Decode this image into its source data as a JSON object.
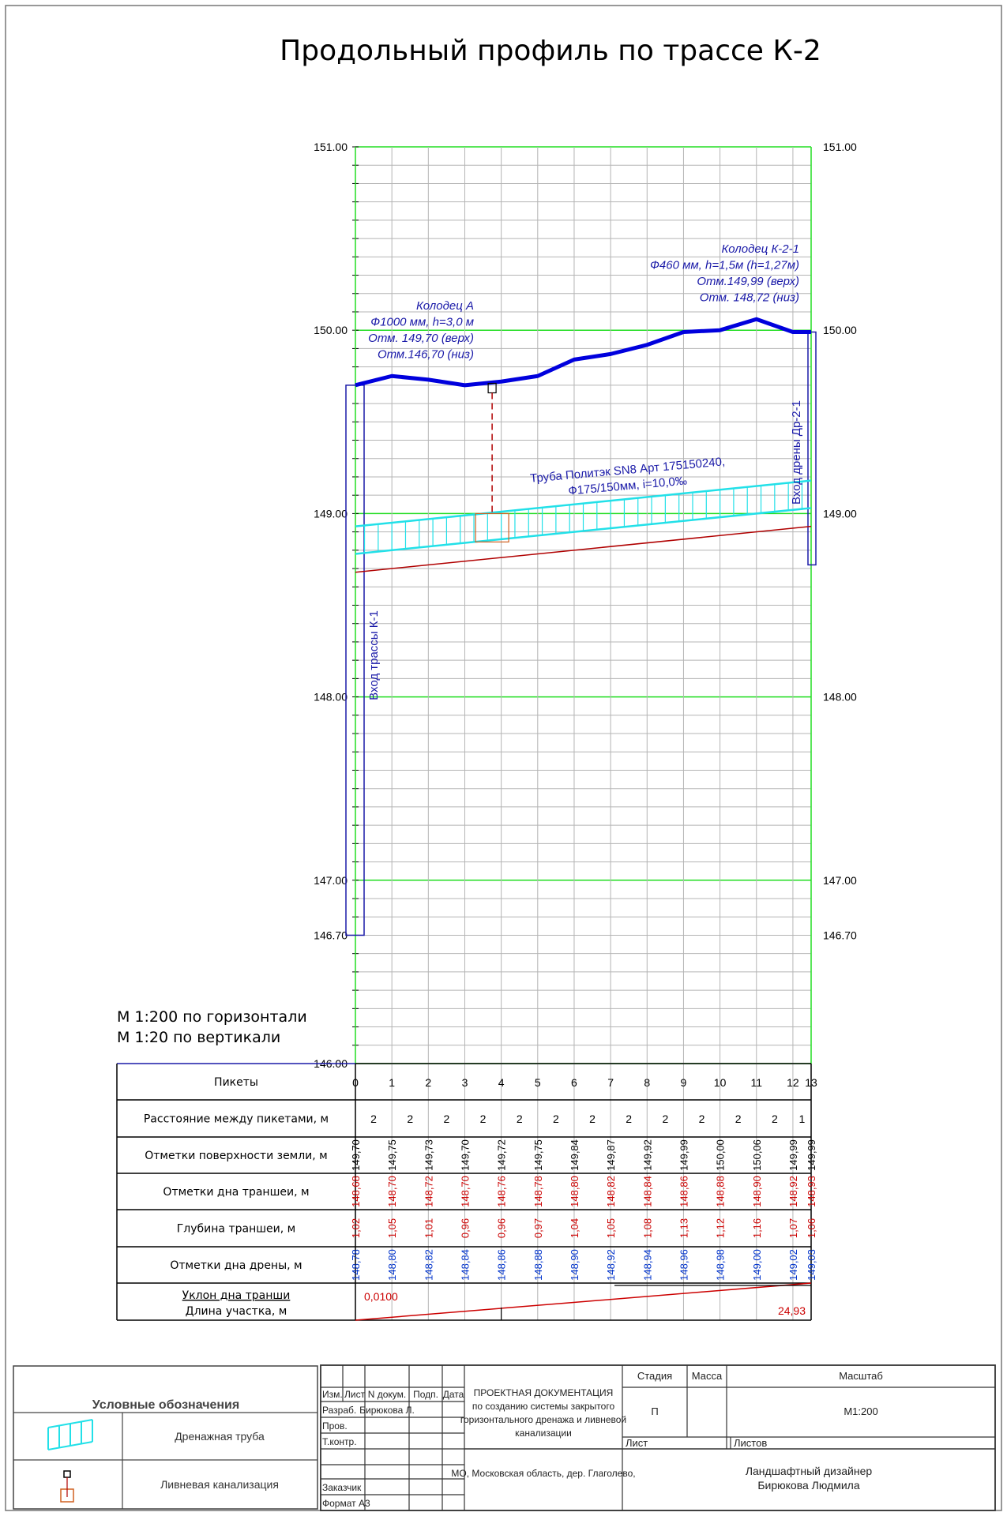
{
  "title": "Продольный профиль по трассе К-2",
  "scale_h": "М 1:200 по горизонтали",
  "scale_v": "М 1:20 по вертикали",
  "colors": {
    "grid": "#b4b4b4",
    "major": "#22dd22",
    "ground": "#0000dd",
    "drain": "#22e0e8",
    "trench": "#b00000",
    "well": "#1a1aa8",
    "table_black": "#000000",
    "table_red": "#cc0000",
    "table_blue": "#0033cc",
    "storm_box": "#d06020"
  },
  "annotations": {
    "well_a": [
      "Колодец А",
      "Ф1000 мм, h=3,0 м",
      "Отм. 149,70 (верх)",
      "Отм.146,70 (низ)"
    ],
    "well_k21": [
      "Колодец К-2-1",
      "Ф460 мм, h=1,5м (h=1,27м)",
      "Отм.149,99 (верх)",
      "Отм. 148,72 (низ)"
    ],
    "pipe": [
      "Труба Политэк SN8 Арт 175150240,",
      "Ф175/150мм, i=10,0‰"
    ],
    "entry_left": "Вход трассы К-1",
    "entry_right": "Вход дрены Др-2-1"
  },
  "chart_data": {
    "type": "line",
    "title": "Продольный профиль по трассе К-2",
    "ylim": [
      146.0,
      151.0
    ],
    "y_ticks": [
      "151.00",
      "150.00",
      "149.00",
      "148.00",
      "147.00",
      "146.70",
      "146.00"
    ],
    "y_tick_values": [
      151.0,
      150.0,
      149.0,
      148.0,
      147.0,
      146.7,
      146.0
    ],
    "stations": [
      "0",
      "1",
      "2",
      "3",
      "4",
      "5",
      "6",
      "7",
      "8",
      "9",
      "10",
      "11",
      "12",
      "13"
    ],
    "station_x_m": [
      0,
      2,
      4,
      6,
      8,
      10,
      12,
      14,
      16,
      18,
      20,
      22,
      24,
      25
    ],
    "distances": [
      "2",
      "2",
      "2",
      "2",
      "2",
      "2",
      "2",
      "2",
      "2",
      "2",
      "2",
      "2",
      "1"
    ],
    "ground": [
      "149,70",
      "149,75",
      "149,73",
      "149,70",
      "149,72",
      "149,75",
      "149,84",
      "149,87",
      "149,92",
      "149,99",
      "150,00",
      "150,06",
      "149,99",
      "149,99"
    ],
    "trench_bottom": [
      "148,68",
      "148,70",
      "148,72",
      "148,70",
      "148,76",
      "148,78",
      "148,80",
      "148,82",
      "148,84",
      "148,86",
      "148,88",
      "148,90",
      "148,92",
      "148,93"
    ],
    "trench_depth": [
      "1,02",
      "1,05",
      "1,01",
      "0,96",
      "0,96",
      "0,97",
      "1,04",
      "1,05",
      "1,08",
      "1,13",
      "1,12",
      "1,16",
      "1,07",
      "1,06"
    ],
    "drain_bottom": [
      "148,78",
      "148,80",
      "148,82",
      "148,84",
      "148,86",
      "148,88",
      "148,90",
      "148,92",
      "148,94",
      "148,96",
      "148,98",
      "149,00",
      "149,02",
      "149,03"
    ],
    "slope": "0,0100",
    "length": "24,93",
    "wells": [
      {
        "name": "Колодец А",
        "top": 149.7,
        "bottom": 146.7,
        "x_m": 0
      },
      {
        "name": "Колодец К-2-1",
        "top": 149.99,
        "bottom": 148.72,
        "x_m": 25
      }
    ],
    "storm_inlet_x_m": 7.5
  },
  "table_labels": [
    "Пикеты",
    "Расстояние между пикетами, м",
    "Отметки поверхности земли, м",
    "Отметки дна траншеи, м",
    "Глубина траншеи, м",
    "Отметки дна дрены, м"
  ],
  "table_last_label": [
    "Уклон дна транши",
    "Длина участка, м"
  ],
  "legend": {
    "title": "Условные обозначения",
    "items": [
      "Дренажная труба",
      "Ливневая канализация"
    ]
  },
  "stamp": {
    "headers": [
      "Изм.",
      "Лист",
      "N докум.",
      "Подп.",
      "Дата"
    ],
    "rows": [
      "Разраб.",
      "Пров.",
      "Т.контр.",
      "Заказчик",
      "Формат А3"
    ],
    "developer": "Бирюкова Л.",
    "doc_title": [
      "ПРОЕКТНАЯ ДОКУМЕНТАЦИЯ",
      "по созданию системы закрытого",
      "горизонтального дренажа и ливневой",
      "канализации"
    ],
    "address": "МО, Московская область, дер. Глаголево,",
    "stage_label": "Стадия",
    "mass_label": "Масса",
    "scale_label": "Масштаб",
    "stage": "П",
    "scale": "М1:200",
    "sheet_label": "Лист",
    "sheets_label": "Листов",
    "org": [
      "Ландшафтный дизайнер",
      "Бирюкова Людмила"
    ]
  }
}
